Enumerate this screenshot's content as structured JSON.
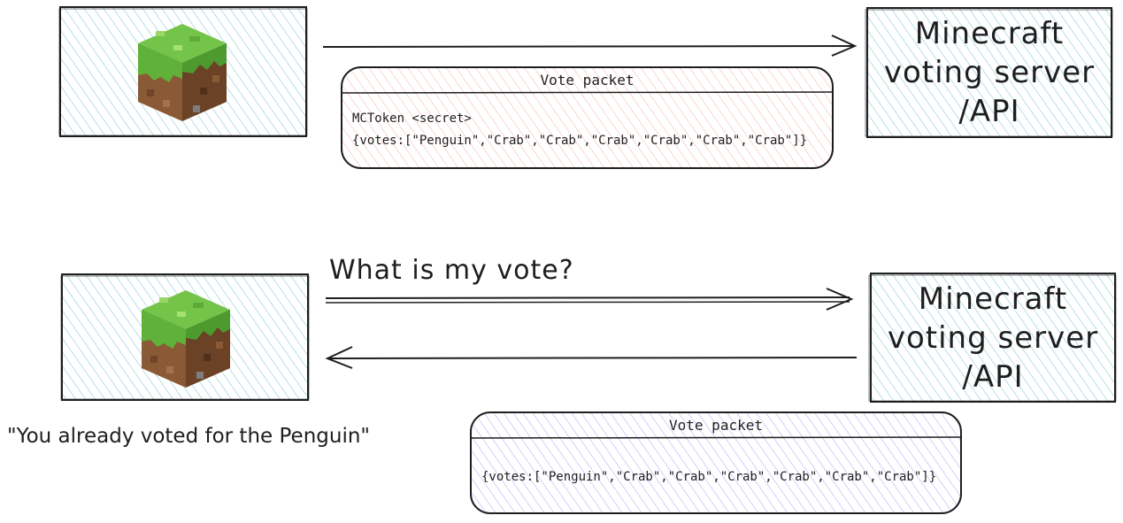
{
  "colors": {
    "client_fill": "#a5d8e0",
    "server_fill": "#a5d8e0",
    "packet1_fill": "#ffc9c9",
    "packet2_fill": "#d0bfff",
    "stroke": "#1e1e1e"
  },
  "icons": {
    "client": "minecraft-grass-block-icon"
  },
  "server_box_top": {
    "line1": "Minecraft",
    "line2": "voting server",
    "line3": "/API"
  },
  "packet_top": {
    "title": "Vote packet",
    "token_line": "MCToken <secret>",
    "votes_line": "{votes:[\"Penguin\",\"Crab\",\"Crab\",\"Crab\",\"Crab\",\"Crab\",\"Crab\"]}"
  },
  "question_label": "What is my vote?",
  "server_box_bottom": {
    "line1": "Minecraft",
    "line2": "voting server",
    "line3": "/API"
  },
  "packet_bottom": {
    "title": "Vote packet",
    "votes_line": "{votes:[\"Penguin\",\"Crab\",\"Crab\",\"Crab\",\"Crab\",\"Crab\",\"Crab\"]}"
  },
  "reply_label": "\"You already voted for the Penguin\""
}
